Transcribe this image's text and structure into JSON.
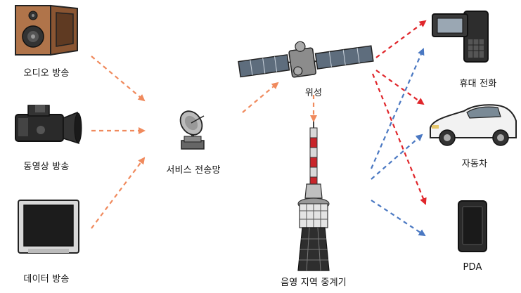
{
  "labels": {
    "audio": "오디오 방송",
    "video": "동영상 방송",
    "data": "데이터 방송",
    "service": "서비스 전송망",
    "satellite": "위성",
    "repeater": "음영 지역 중계기",
    "phone": "휴대 전화",
    "car": "자동차",
    "pda": "PDA"
  },
  "colors": {
    "orange_arrow": "#f08a5d",
    "red_arrow": "#e0262b",
    "blue_arrow": "#4a78c2"
  },
  "icons": [
    "speaker-icon",
    "camcorder-icon",
    "monitor-icon",
    "satellite-dish-icon",
    "satellite-icon",
    "tower-icon",
    "phone-icon",
    "car-icon",
    "pda-icon"
  ]
}
